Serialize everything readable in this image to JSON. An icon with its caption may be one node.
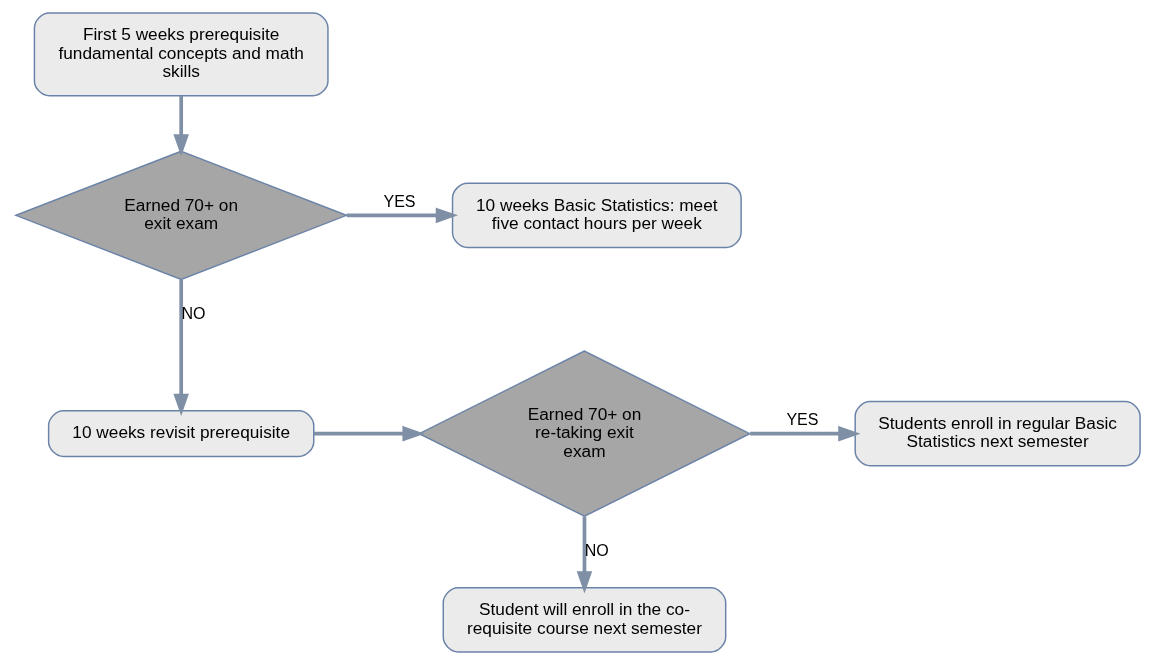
{
  "diagram": {
    "nodes": [
      {
        "text": [
          "First 5 weeks prerequisite fundamental concepts and math skills"
        ]
      },
      {
        "text": [
          "Earned 70+ on exit exam"
        ]
      },
      {
        "text": [
          "10 weeks Basic Statistics: meet five contact hours per week"
        ]
      },
      {
        "text": [
          "10 weeks revisit prerequisite"
        ]
      },
      {
        "text": [
          "Earned 70+ on re-taking exit exam"
        ]
      },
      {
        "text": [
          "Students enroll in regular Basic Statistics next semester"
        ]
      },
      {
        "text": [
          "Student will enroll in the co-requisite course next semester"
        ]
      }
    ],
    "edges": [
      {
        "from": 0,
        "to": 1,
        "arrow": "to"
      },
      {
        "from": 1,
        "to": 2,
        "arrow": "to",
        "label": "YES"
      },
      {
        "from": 1,
        "to": 3,
        "arrow": "to",
        "label": "NO"
      },
      {
        "from": 3,
        "to": 4,
        "arrow": "to"
      },
      {
        "from": 4,
        "to": 5,
        "arrow": "to",
        "label": "YES"
      },
      {
        "from": 4,
        "to": 6,
        "arrow": "to",
        "label": "NO"
      }
    ]
  }
}
